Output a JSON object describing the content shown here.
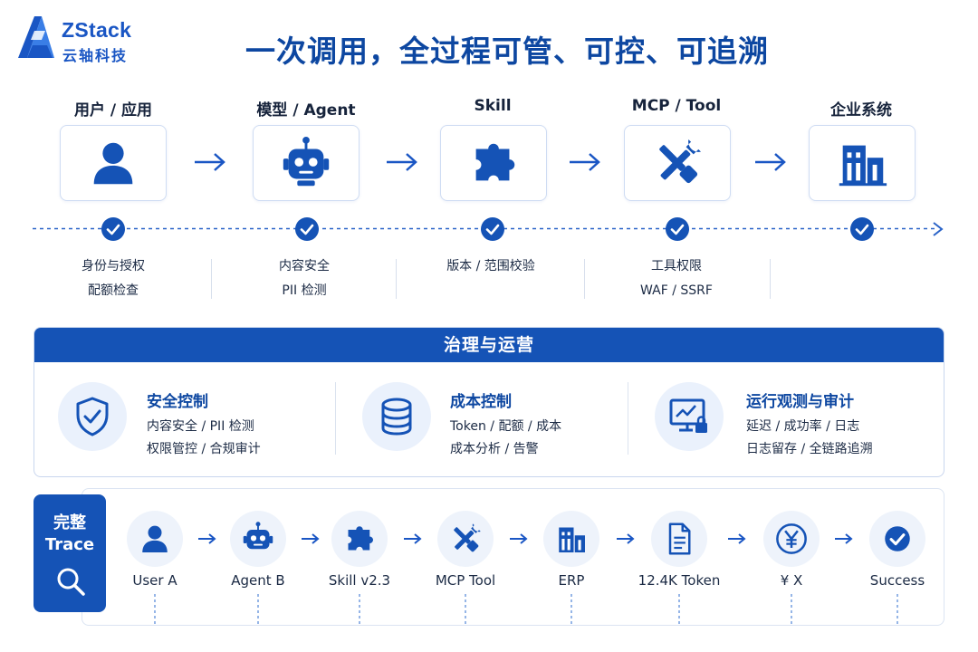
{
  "brand": {
    "name": "ZStack",
    "name_cn": "云轴科技"
  },
  "title": "一次调用，全过程可管、可控、可追溯",
  "stages": [
    {
      "label": "用户 / 应用",
      "icon": "user-icon",
      "controls": [
        "身份与授权",
        "配额检查"
      ]
    },
    {
      "label": "模型 / Agent",
      "icon": "robot-icon",
      "controls": [
        "内容安全",
        "PII 检测"
      ]
    },
    {
      "label": "Skill",
      "icon": "puzzle-icon",
      "controls": [
        "版本 / 范围校验",
        ""
      ]
    },
    {
      "label": "MCP / Tool",
      "icon": "tools-icon",
      "controls": [
        "工具权限",
        "WAF / SSRF"
      ]
    },
    {
      "label": "企业系统",
      "icon": "building-icon",
      "controls": [
        "",
        ""
      ]
    }
  ],
  "governance": {
    "title": "治理与运营",
    "sections": [
      {
        "title": "安全控制",
        "icon": "shield-check-icon",
        "lines": [
          "内容安全 / PII 检测",
          "权限管控 / 合规审计"
        ]
      },
      {
        "title": "成本控制",
        "icon": "database-icon",
        "lines": [
          "Token / 配额 / 成本",
          "成本分析 / 告警"
        ]
      },
      {
        "title": "运行观测与审计",
        "icon": "monitor-lock-icon",
        "lines": [
          "延迟 / 成功率 / 日志",
          "日志留存 / 全链路追溯"
        ]
      }
    ]
  },
  "trace": {
    "badge_line1": "完整",
    "badge_line2": "Trace",
    "steps": [
      {
        "label": "User A",
        "icon": "user-icon"
      },
      {
        "label": "Agent B",
        "icon": "robot-icon"
      },
      {
        "label": "Skill v2.3",
        "icon": "puzzle-icon"
      },
      {
        "label": "MCP Tool",
        "icon": "tools-icon"
      },
      {
        "label": "ERP",
        "icon": "building-icon"
      },
      {
        "label": "12.4K Token",
        "icon": "document-icon"
      },
      {
        "label": "¥ X",
        "icon": "yen-icon"
      },
      {
        "label": "Success",
        "icon": "check-circle-icon"
      }
    ]
  },
  "colors": {
    "primary": "#1553b6",
    "accent": "#1a6fe0",
    "light": "#eaf1fc"
  }
}
